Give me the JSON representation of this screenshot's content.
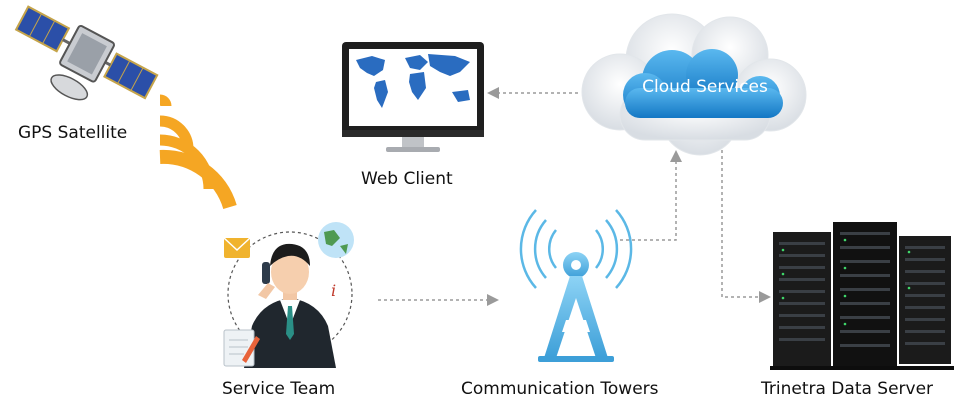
{
  "nodes": {
    "gps_satellite": "GPS Satellite",
    "web_client": "Web Client",
    "cloud_services": "Cloud Services",
    "service_team": "Service Team",
    "communication_towers": "Communication Towers",
    "data_server": "Trinetra Data Server"
  },
  "colors": {
    "signal_orange": "#f5a623",
    "cloud_blue": "#1f8fd6",
    "tower_blue": "#5bb8e6",
    "connector_gray": "#9a9a9a",
    "server_black": "#1b1b1b",
    "suit_dark": "#20272e"
  },
  "icons": [
    "satellite-icon",
    "signal-waves-icon",
    "monitor-icon",
    "cloud-icon",
    "service-person-icon",
    "tower-icon",
    "server-rack-icon"
  ]
}
